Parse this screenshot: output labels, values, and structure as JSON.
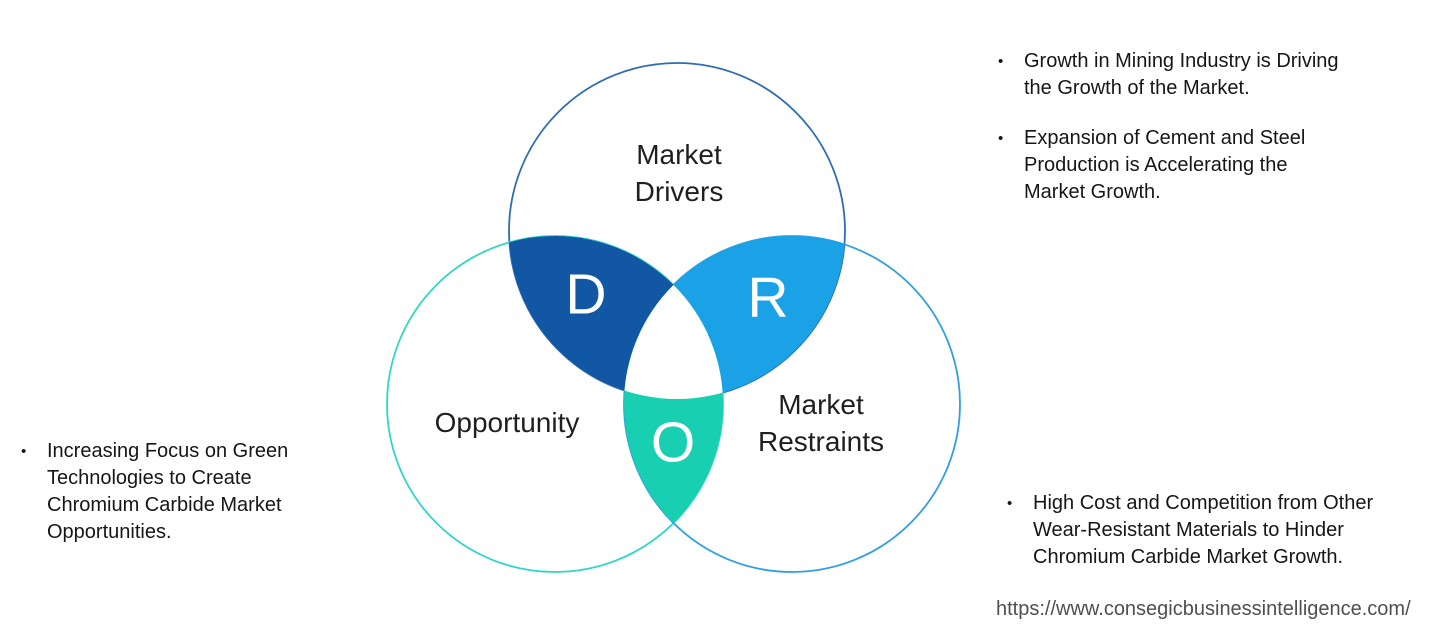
{
  "diagram": {
    "circles": {
      "drivers": {
        "label": "Market\nDrivers",
        "letter": "D",
        "fill": "#1257a3",
        "stroke": "#2e6cb3"
      },
      "restraints": {
        "label": "Market\nRestraints",
        "letter": "R",
        "fill": "#1ba1e6",
        "stroke": "#2f9fe2"
      },
      "opportunity": {
        "label": "Opportunity",
        "letter": "O",
        "fill": "#19cfb1",
        "stroke": "#2fd7c4"
      }
    },
    "center_fill": "#ffffff"
  },
  "bullets": {
    "marker": "•",
    "drivers": [
      "Growth in Mining Industry is Driving\nthe Growth of the Market.",
      "Expansion of Cement and Steel\nProduction is Accelerating the\nMarket Growth."
    ],
    "opportunity": [
      "Increasing Focus on Green\nTechnologies to Create\nChromium Carbide Market\nOpportunities."
    ],
    "restraints": [
      "High Cost and Competition from Other\nWear-Resistant Materials to Hinder\nChromium Carbide Market Growth."
    ]
  },
  "footer": {
    "url": "https://www.consegicbusinessintelligence.com/"
  }
}
